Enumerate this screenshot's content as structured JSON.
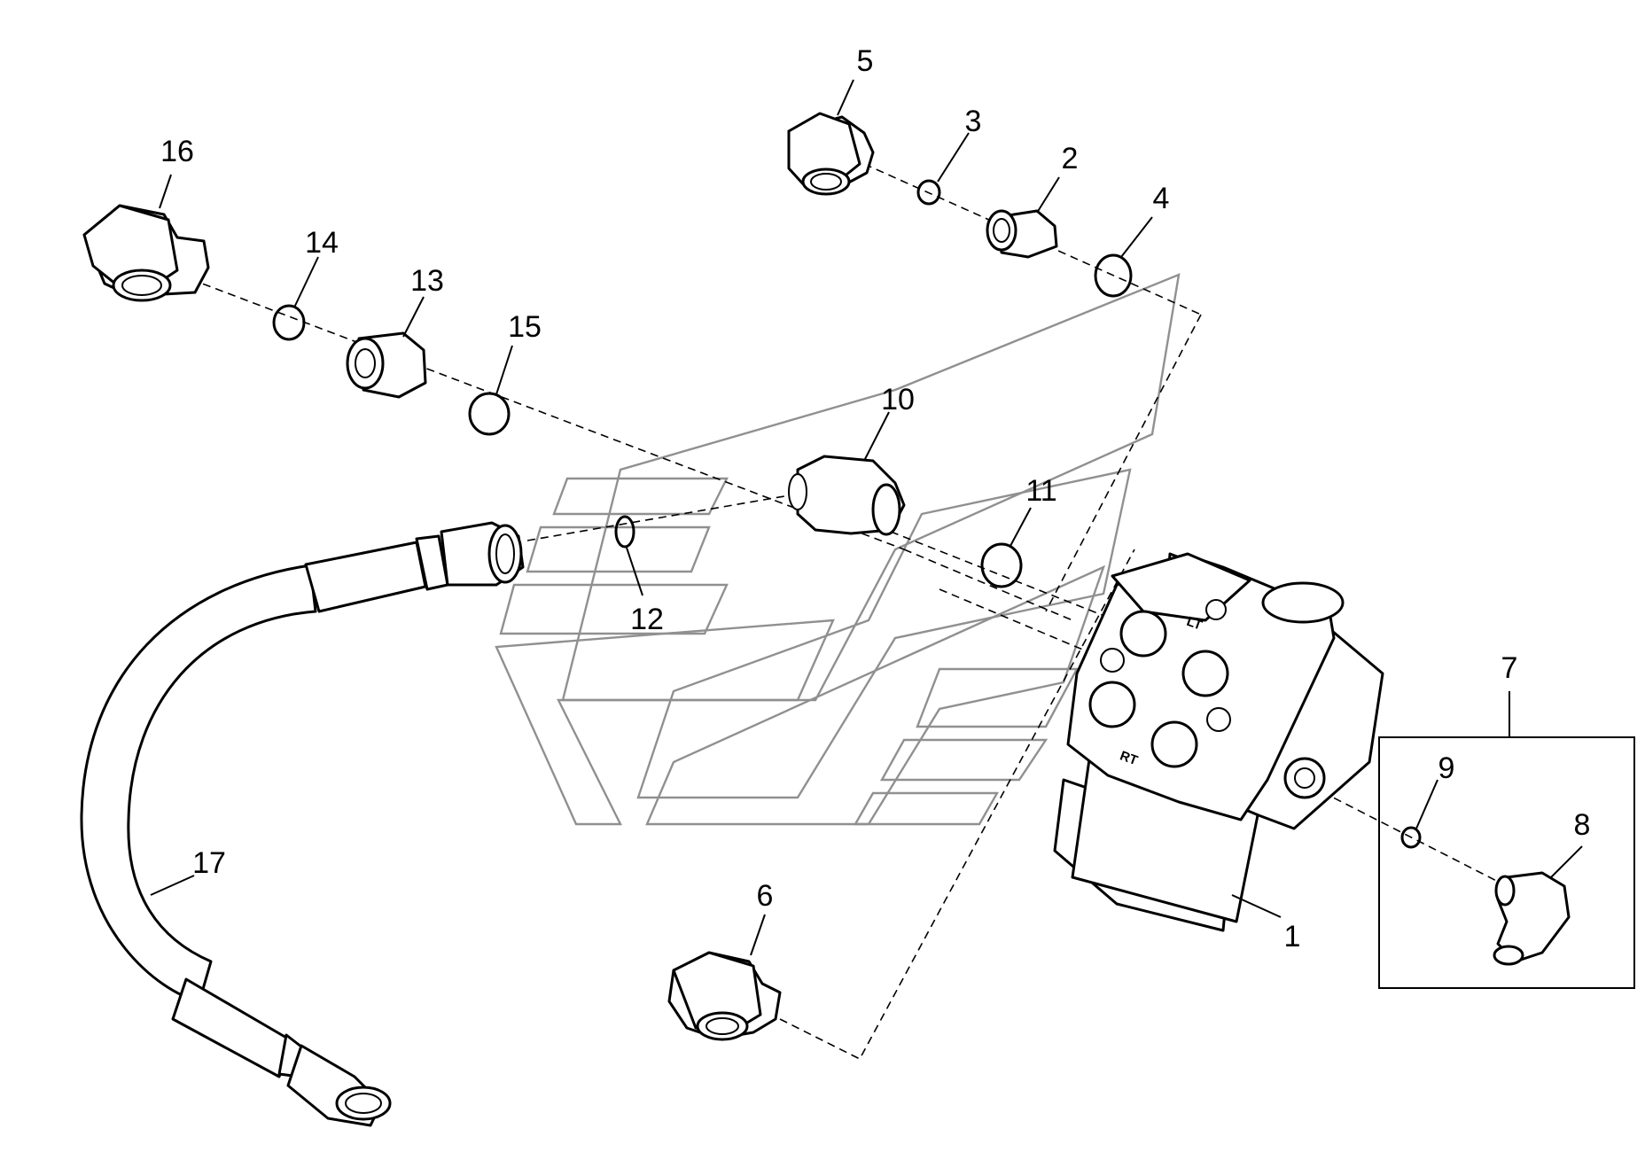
{
  "diagram": {
    "type": "exploded-parts-diagram",
    "callouts": [
      {
        "id": "c1",
        "label": "1"
      },
      {
        "id": "c2",
        "label": "2"
      },
      {
        "id": "c3",
        "label": "3"
      },
      {
        "id": "c4",
        "label": "4"
      },
      {
        "id": "c5",
        "label": "5"
      },
      {
        "id": "c6",
        "label": "6"
      },
      {
        "id": "c7",
        "label": "7"
      },
      {
        "id": "c8",
        "label": "8"
      },
      {
        "id": "c9",
        "label": "9"
      },
      {
        "id": "c10",
        "label": "10"
      },
      {
        "id": "c11",
        "label": "11"
      },
      {
        "id": "c12",
        "label": "12"
      },
      {
        "id": "c13",
        "label": "13"
      },
      {
        "id": "c14",
        "label": "14"
      },
      {
        "id": "c15",
        "label": "15"
      },
      {
        "id": "c16",
        "label": "16"
      },
      {
        "id": "c17",
        "label": "17"
      }
    ],
    "port_labels": {
      "lt": "LT",
      "rt": "RT"
    },
    "watermark_color": "#909090"
  }
}
